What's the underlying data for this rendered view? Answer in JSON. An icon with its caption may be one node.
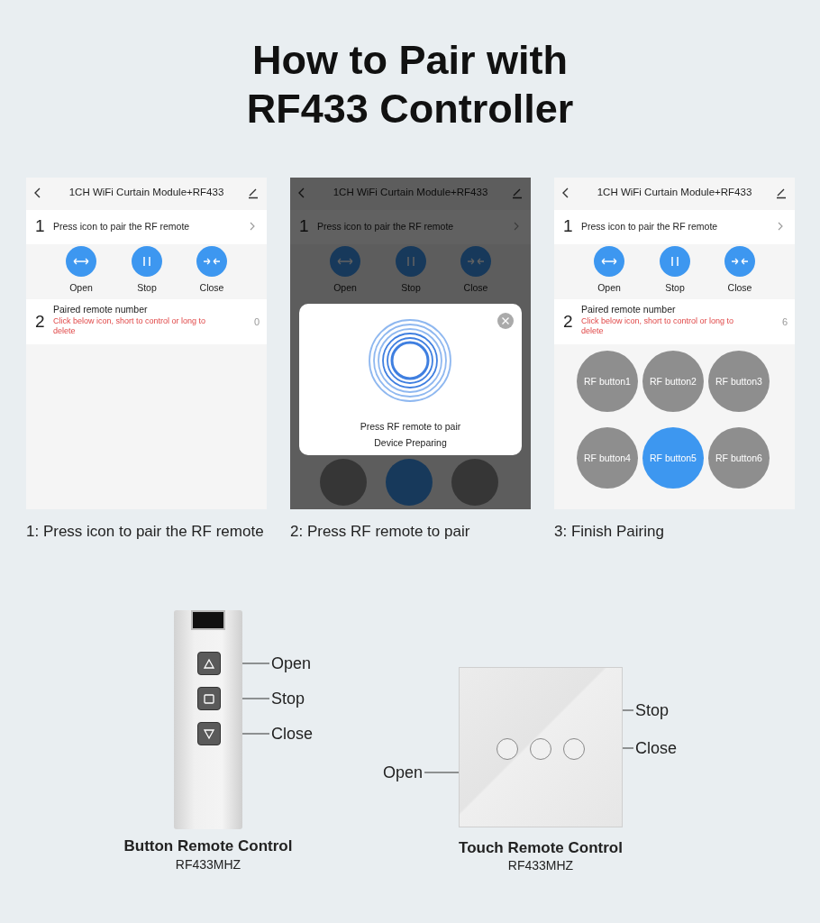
{
  "diagram": {
    "title": "How to Pair with RF433 Controller",
    "nodes": [
      {
        "text": [
          "1CH WiFi Curtain Module+RF433",
          "Open",
          "Stop",
          "Close"
        ],
        "beside": [
          "1: Press icon to pair the RF remote"
        ]
      },
      {
        "text": [
          "1",
          "Press icon to pair the RF remote"
        ],
        "in": 0
      },
      {
        "text": [
          "2",
          "Paired remote number",
          "Click below icon, short to control or long to delete",
          "0"
        ],
        "in": 0
      },
      {
        "text": [
          "1CH WiFi Curtain Module+RF433",
          "Open",
          "Stop",
          "Close"
        ],
        "beside": [
          "2: Press RF remote to pair"
        ]
      },
      {
        "text": [
          "1",
          "Press icon to pair the RF remote"
        ],
        "in": 3
      },
      {
        "text": [
          "Press RF remote to pair",
          "Device Preparing"
        ],
        "in": 3
      },
      {
        "text": [],
        "shape": "circle",
        "in": 3
      },
      {
        "text": [],
        "shape": "circle",
        "in": 3
      },
      {
        "text": [],
        "shape": "circle",
        "in": 3
      },
      {
        "text": [
          "1CH WiFi Curtain Module+RF433",
          "Open",
          "Stop",
          "Close"
        ],
        "beside": [
          "3: Finish Pairing"
        ]
      },
      {
        "text": [
          "1",
          "Press icon to pair the RF remote"
        ],
        "in": 9
      },
      {
        "text": [
          "2",
          "Paired remote number",
          "Click below icon, short to control or long to delete",
          "6"
        ],
        "in": 9
      },
      {
        "text": [
          "RF button1"
        ],
        "in": 9
      },
      {
        "text": [
          "RF button2"
        ],
        "in": 9
      },
      {
        "text": [
          "RF button3"
        ],
        "in": 9
      },
      {
        "text": [
          "RF button4"
        ],
        "in": 9
      },
      {
        "text": [
          "RF button5"
        ],
        "in": 9
      },
      {
        "text": [
          "RF button6"
        ],
        "in": 9
      },
      {
        "text": [
          "Button Remote Control",
          "RF433MHZ"
        ]
      },
      {
        "text": [],
        "shape": "box",
        "in": 18
      },
      {
        "text": [],
        "shape": "box",
        "in": 18
      },
      {
        "text": [],
        "shape": "box",
        "in": 18
      },
      {
        "text": [
          "Open"
        ]
      },
      {
        "text": [
          "Stop"
        ]
      },
      {
        "text": [
          "Close"
        ]
      },
      {
        "text": [
          "Touch Remote Control",
          "RF433MHZ"
        ]
      },
      {
        "text": [],
        "shape": "circle",
        "in": 25
      },
      {
        "text": [],
        "shape": "circle",
        "in": 25
      },
      {
        "text": [],
        "shape": "circle",
        "in": 25
      },
      {
        "text": [
          "Stop"
        ]
      },
      {
        "text": [
          "Close"
        ]
      },
      {
        "text": [
          "Open"
        ]
      }
    ],
    "edges": [
      {
        "from": 22,
        "to": 19,
        "arrow": "none"
      },
      {
        "from": 23,
        "to": 20,
        "arrow": "none"
      },
      {
        "from": 24,
        "to": 21,
        "arrow": "none"
      },
      {
        "from": 31,
        "to": 26,
        "arrow": "none"
      },
      {
        "from": 29,
        "to": 27,
        "arrow": "none"
      },
      {
        "from": 30,
        "to": 28,
        "arrow": "none"
      }
    ]
  }
}
